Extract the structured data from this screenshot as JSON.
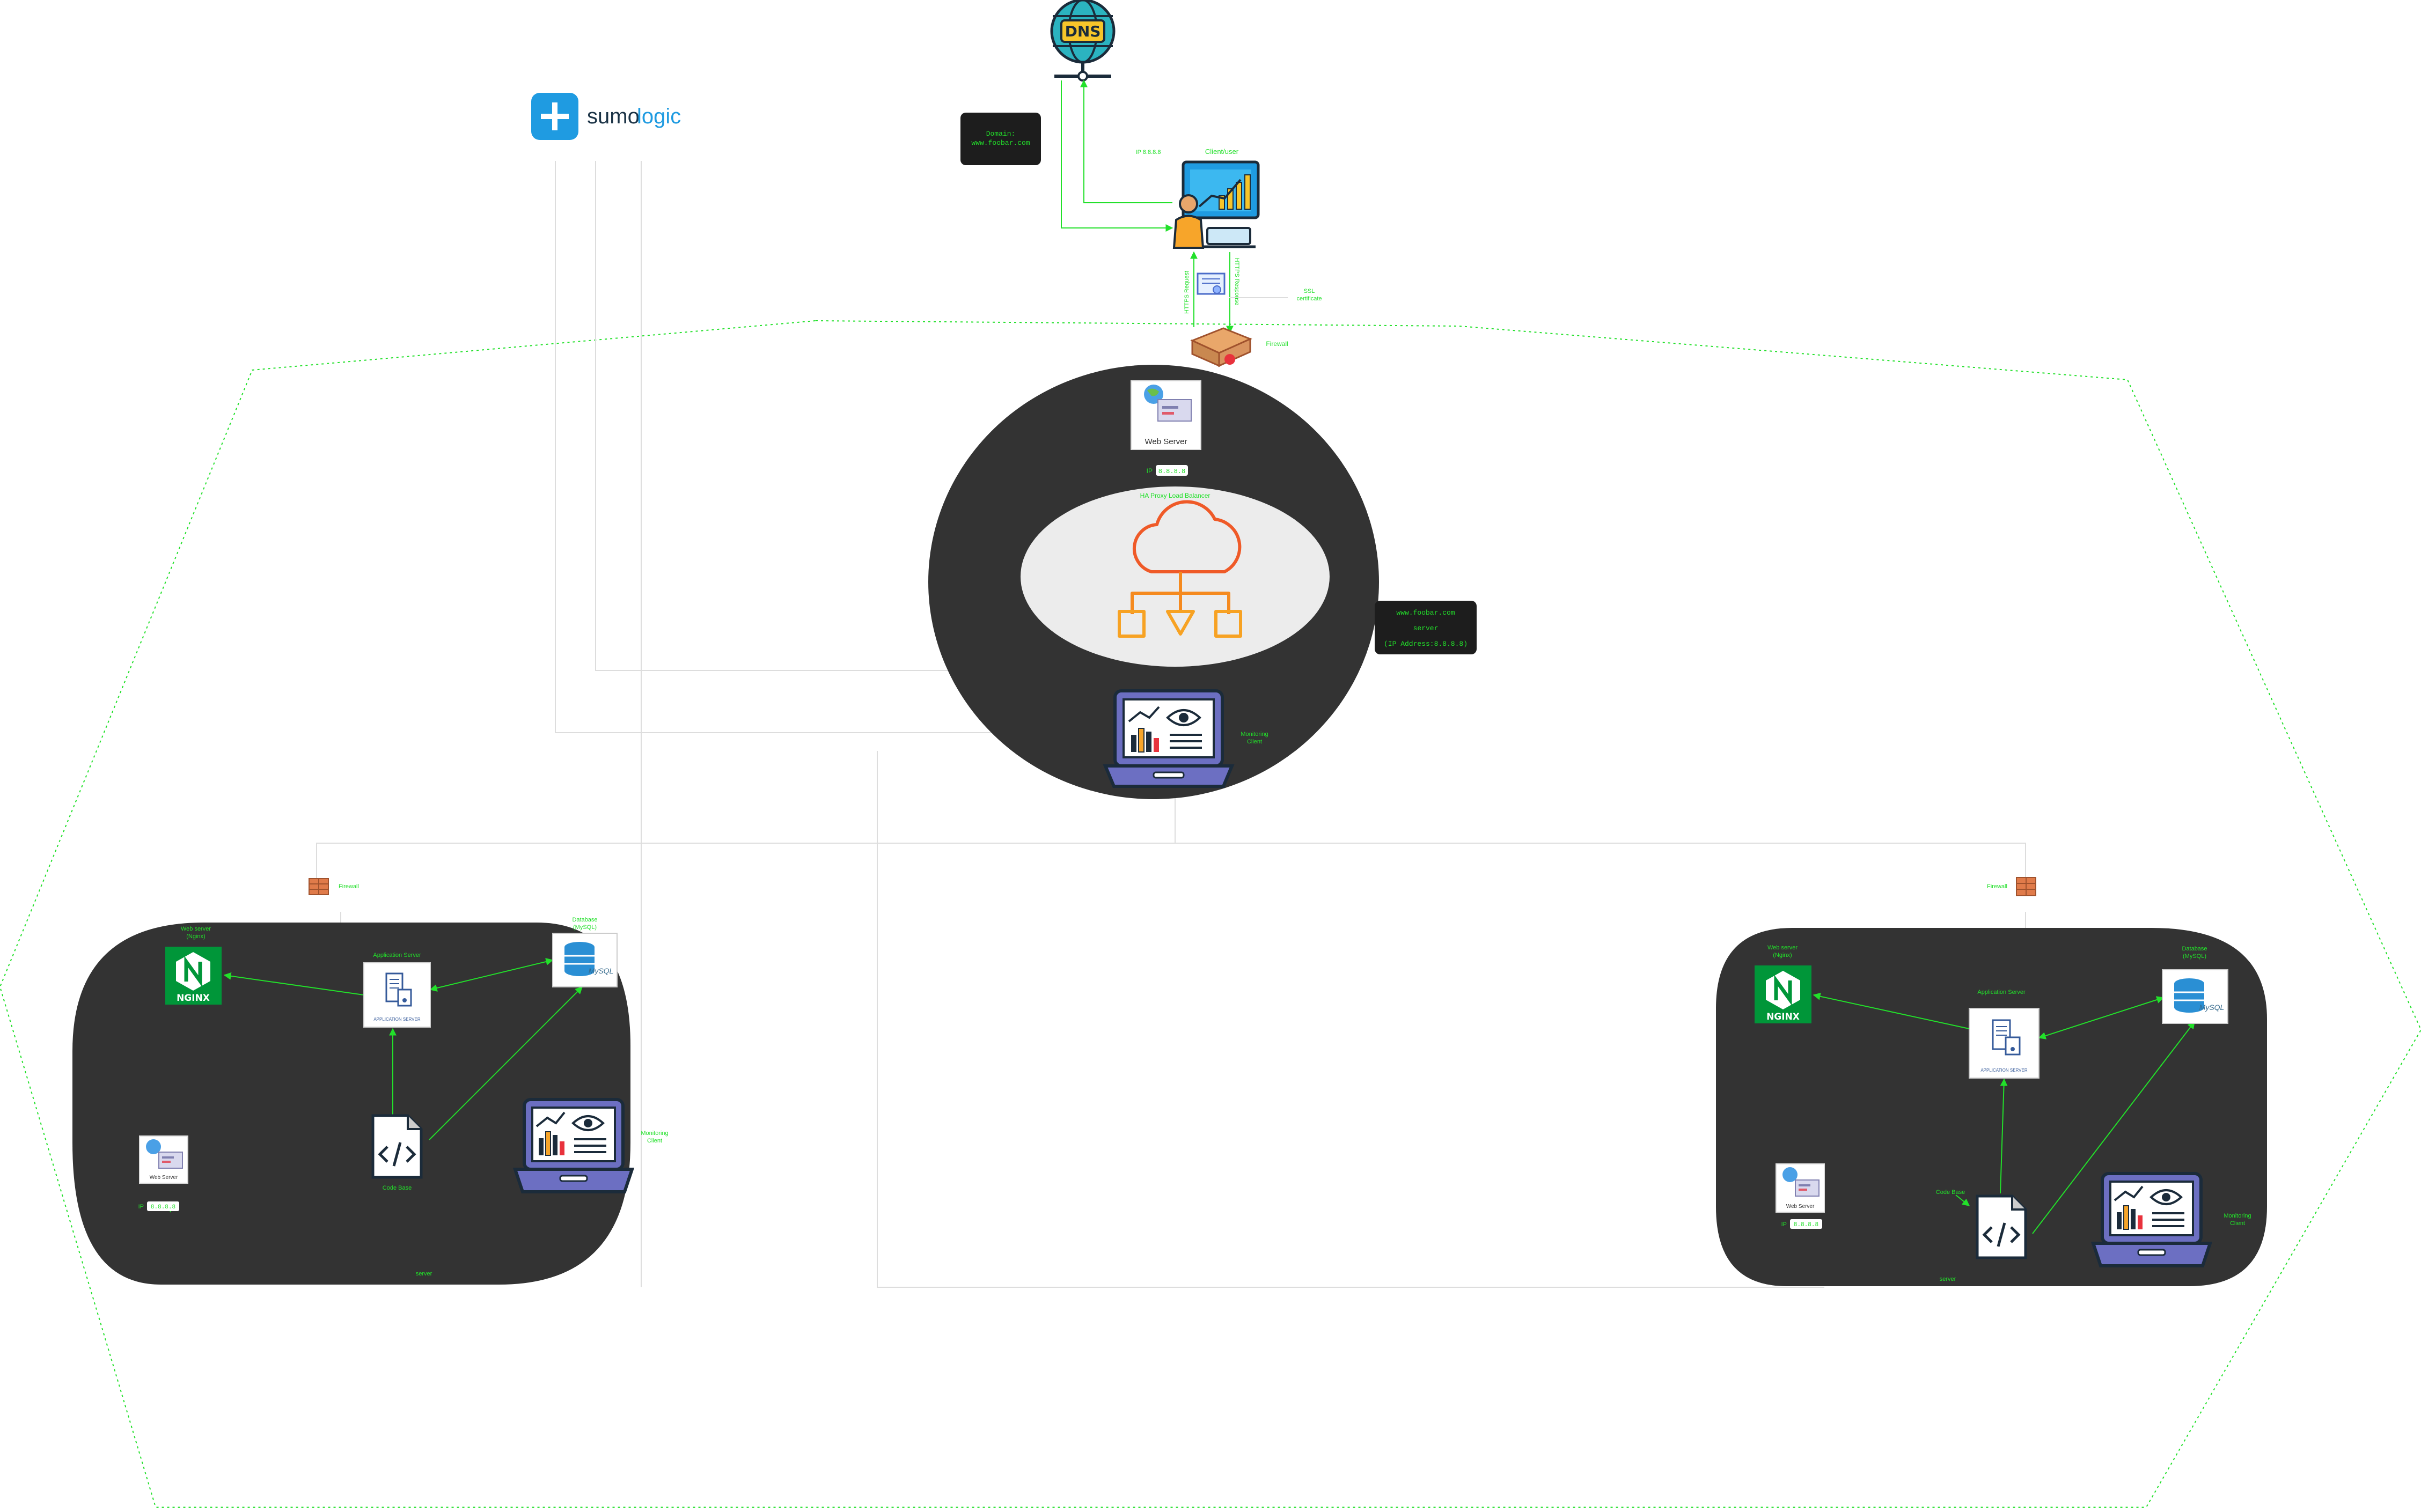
{
  "brand": {
    "logo_text_1": "sumo",
    "logo_text_2": "logic"
  },
  "dns": {
    "icon_label": "DNS",
    "edge_label": "IP 8.8.8.8"
  },
  "domain_box": {
    "line1": "Domain:",
    "line2": "www.foobar.com"
  },
  "client": {
    "label": "Client/user"
  },
  "connection_labels": {
    "https_request": "HTTPS Request",
    "https_response": "HTTPS Response"
  },
  "ssl": {
    "label_line1": "SSL",
    "label_line2": "certificate"
  },
  "top_firewall": {
    "label": "Firewall"
  },
  "main_web_server": {
    "label": "Web Server",
    "ip_prefix": "IP",
    "ip": "8.8.8.8"
  },
  "load_balancer": {
    "label": "HA Proxy Load Balancer"
  },
  "server_info": {
    "line1": "www.foobar.com",
    "line2": "server",
    "line3": "(IP Address:8.8.8.8)"
  },
  "main_monitoring": {
    "label_line1": "Monitoring",
    "label_line2": "Client"
  },
  "left_cluster": {
    "firewall": "Firewall",
    "nginx_label_line1": "Web server",
    "nginx_label_line2": "(Nginx)",
    "nginx_logo": "NGINX",
    "app_server": "Application Server",
    "app_caption": "APPLICATION SERVER",
    "database_line1": "Database",
    "database_line2": "(MySQL)",
    "mysql_caption": "MySQL",
    "web_server": "Web Server",
    "ip_prefix": "IP",
    "ip": "8.8.8.8",
    "code_base": "Code Base",
    "monitoring_line1": "Monitoring",
    "monitoring_line2": "Client",
    "server": "server"
  },
  "right_cluster": {
    "firewall": "Firewall",
    "nginx_label_line1": "Web server",
    "nginx_label_line2": "(Nginx)",
    "nginx_logo": "NGINX",
    "app_server": "Application Server",
    "app_caption": "APPLICATION SERVER",
    "database_line1": "Database",
    "database_line2": "(MySQL)",
    "mysql_caption": "MySQL",
    "web_server": "Web Server",
    "ip_prefix": "IP",
    "ip": "8.8.8.8",
    "code_base": "Code Base",
    "monitoring_line1": "Monitoring",
    "monitoring_line2": "Client",
    "server": "server"
  },
  "colors": {
    "accent_green": "#22e02a",
    "panel_dark": "#333333",
    "sumo_blue": "#1f9be1",
    "nginx_green": "#009639",
    "lb_orange": "#f2691e"
  }
}
